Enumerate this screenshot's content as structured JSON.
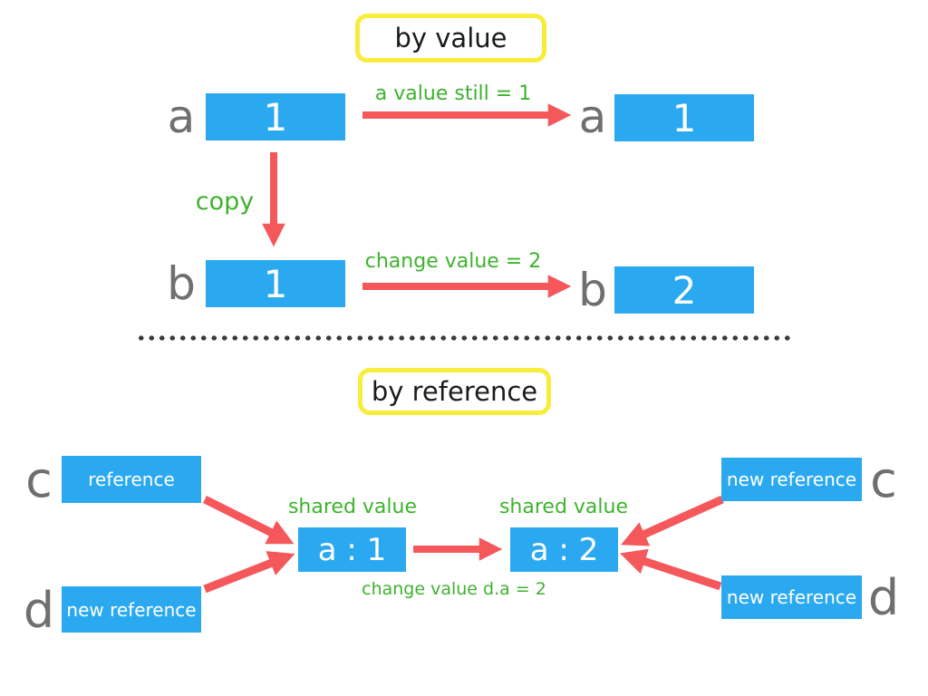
{
  "colors": {
    "box_blue": "#2ba9f0",
    "arrow_red": "#f4585b",
    "annotation_green": "#3db32c",
    "badge_yellow": "#f8ec3c",
    "variable_gray": "#6f6f6f",
    "divider_dot": "#3a3a3a",
    "title_text": "#1b1b1b",
    "box_text": "#ffffff"
  },
  "value_section": {
    "title": "by value",
    "rows": [
      {
        "var_left": "a",
        "value_left": "1",
        "arrow_label": "a value still = 1",
        "var_right": "a",
        "value_right": "1"
      },
      {
        "var_left": "b",
        "value_left": "1",
        "arrow_label": "change value = 2",
        "var_right": "b",
        "value_right": "2"
      }
    ],
    "copy_label": "copy"
  },
  "reference_section": {
    "title": "by reference",
    "left_refs": [
      {
        "var": "c",
        "label": "reference"
      },
      {
        "var": "d",
        "label": "new reference"
      }
    ],
    "shared_before": {
      "caption": "shared value",
      "value": "a : 1"
    },
    "shared_after": {
      "caption": "shared value",
      "value": "a : 2"
    },
    "change_label": "change value d.a = 2",
    "right_refs": [
      {
        "var": "c",
        "label": "new reference"
      },
      {
        "var": "d",
        "label": "new reference"
      }
    ]
  }
}
